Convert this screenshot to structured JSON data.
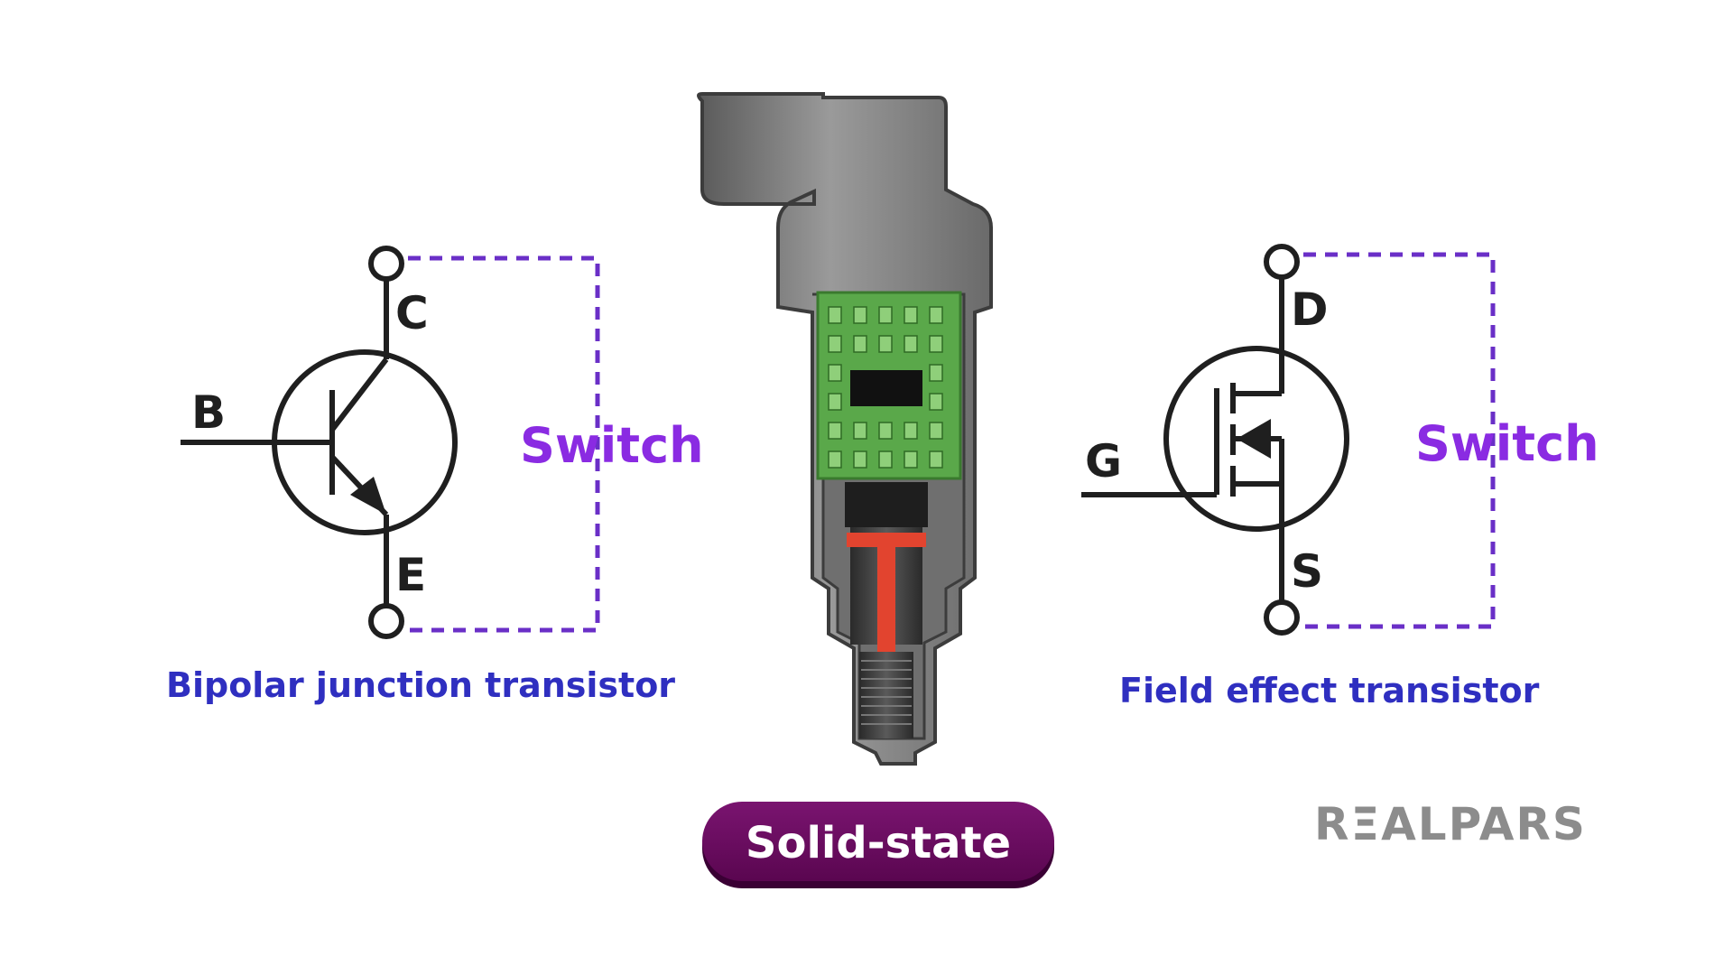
{
  "bjt": {
    "terminals": {
      "base": "B",
      "collector": "C",
      "emitter": "E"
    },
    "switch_label": "Switch",
    "caption": "Bipolar junction transistor"
  },
  "fet": {
    "terminals": {
      "gate": "G",
      "drain": "D",
      "source": "S"
    },
    "switch_label": "Switch",
    "caption": "Field effect transistor"
  },
  "center": {
    "badge_label": "Solid-state"
  },
  "brand": {
    "logo_text": "RΞALPARS"
  },
  "colors": {
    "symbol_stroke": "#1f1f1f",
    "switch_dash": "#6a2fc7",
    "switch_text": "#8a2be2",
    "caption_text": "#2f2fc0",
    "badge_fill": "#6a0a5e",
    "badge_text": "#ffffff",
    "logo": "#8c8c8c",
    "housing": "#6e6e6e",
    "pcb": "#5aa84a",
    "sensor_red": "#e2442f"
  }
}
